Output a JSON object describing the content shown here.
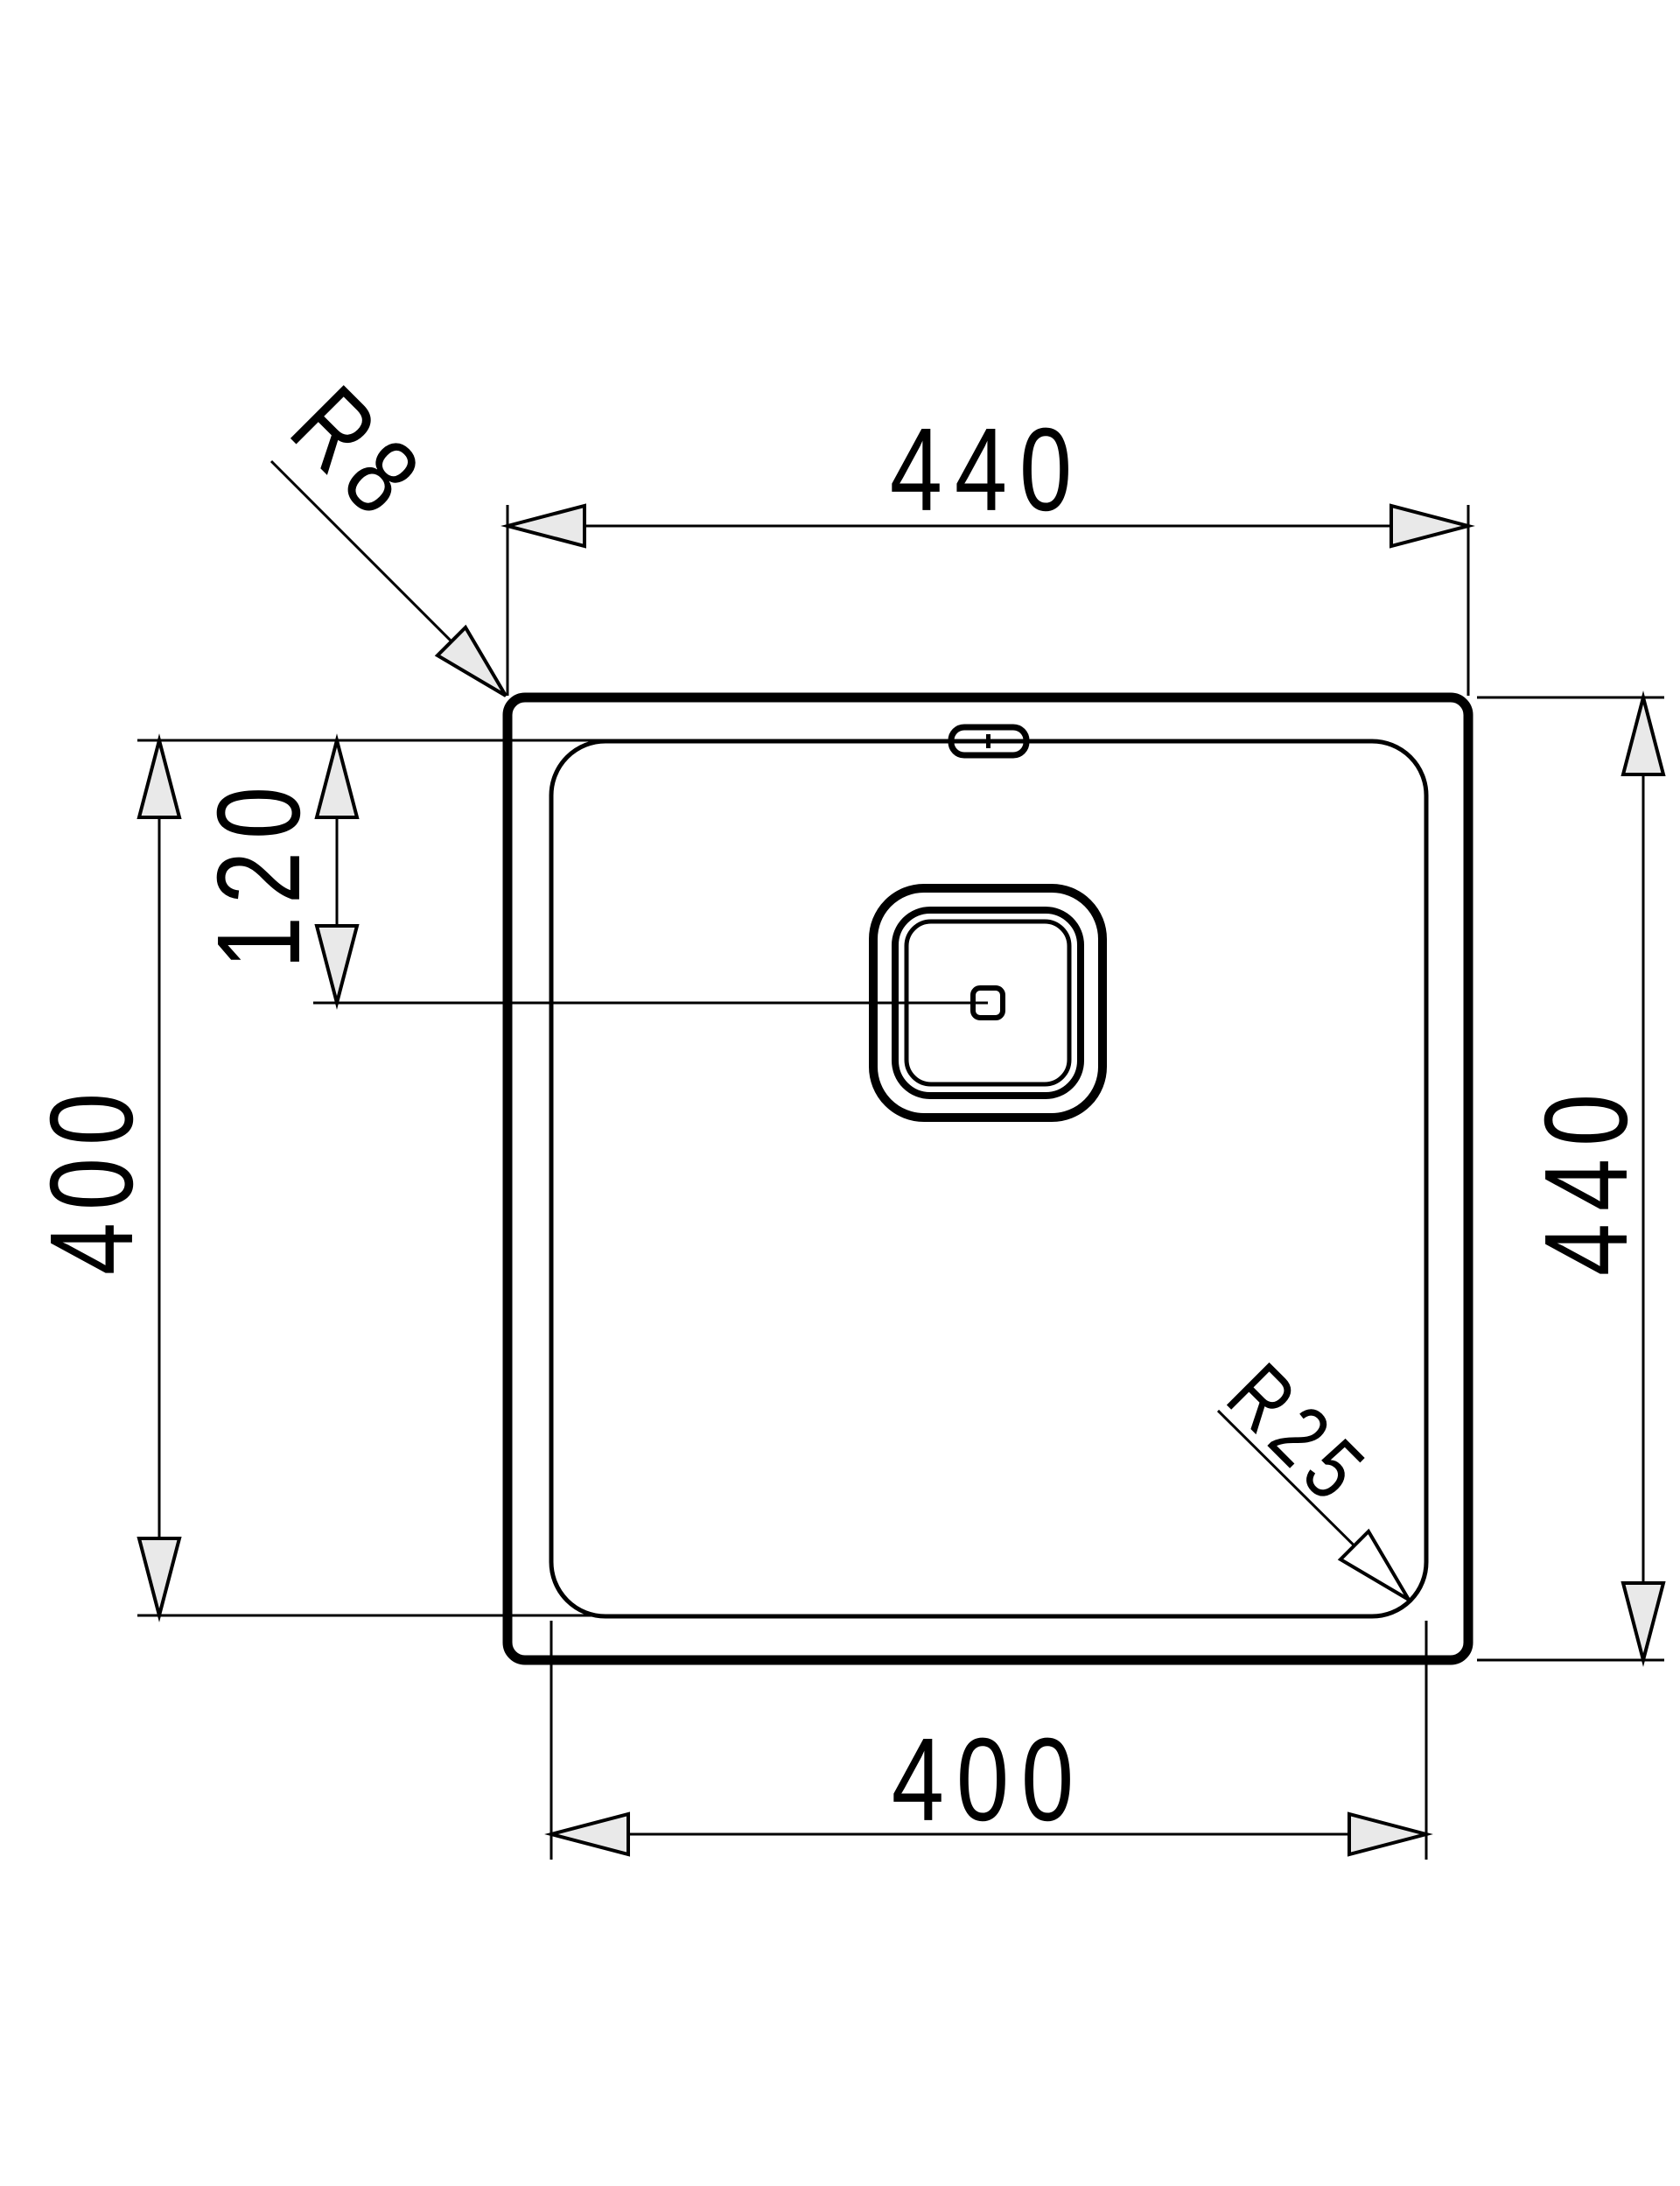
{
  "drawing": {
    "type": "technical-dimension-drawing",
    "subject": "square kitchen sink, top view",
    "labels": {
      "outer_width_top": "440",
      "outer_height_right": "440",
      "inner_bowl_height_left": "400",
      "inner_bowl_width_bottom": "400",
      "drain_offset_from_top": "120",
      "outer_corner_radius": "R8",
      "inner_corner_radius": "R25"
    },
    "colors": {
      "line": "#000000",
      "background": "#ffffff",
      "arrow_fill": "#e9e9e9",
      "radius_arrow_fill_r25": "#ffffff"
    }
  }
}
